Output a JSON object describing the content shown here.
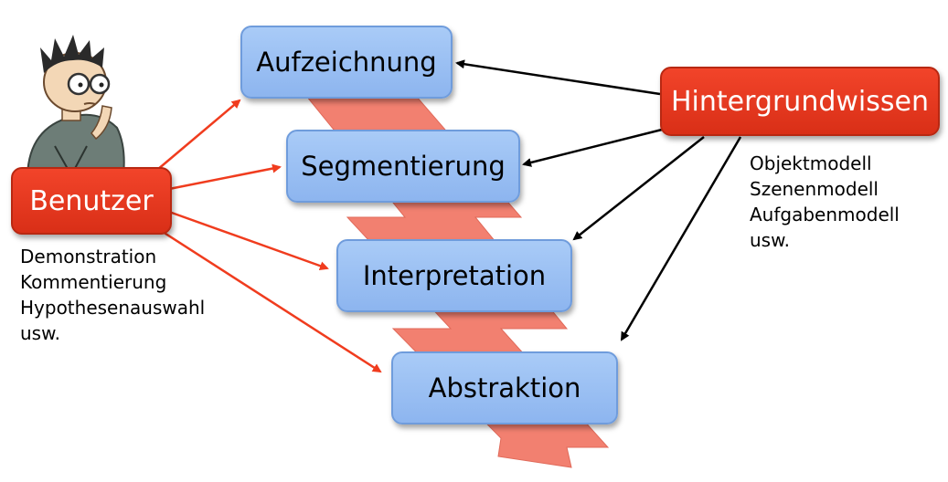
{
  "colors": {
    "process_box": "#9ec1f4",
    "actor_box": "#e63a20",
    "user_arrow": "#f03c1e",
    "knowledge_arrow": "#000000",
    "flow_band": "#f28070"
  },
  "process_steps": [
    {
      "label": "Aufzeichnung"
    },
    {
      "label": "Segmentierung"
    },
    {
      "label": "Interpretation"
    },
    {
      "label": "Abstraktion"
    }
  ],
  "user": {
    "label": "Benutzer",
    "icon": "thinking-person-icon",
    "notes": [
      "Demonstration",
      "Kommentierung",
      "Hypothesenauswahl",
      "usw."
    ]
  },
  "knowledge": {
    "label": "Hintergrundwissen",
    "notes": [
      "Objektmodell",
      "Szenenmodell",
      "Aufgabenmodell",
      "usw."
    ]
  }
}
